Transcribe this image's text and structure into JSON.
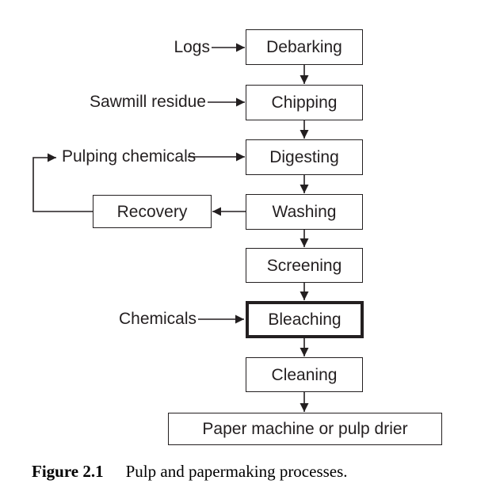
{
  "figure": {
    "boxes": {
      "debarking": "Debarking",
      "chipping": "Chipping",
      "digesting": "Digesting",
      "washing": "Washing",
      "screening": "Screening",
      "bleaching": "Bleaching",
      "cleaning": "Cleaning",
      "paper_machine": "Paper machine or pulp drier",
      "recovery": "Recovery"
    },
    "input_labels": {
      "logs": "Logs",
      "sawmill_residue": "Sawmill residue",
      "pulping_chemicals": "Pulping chemicals",
      "chemicals": "Chemicals"
    },
    "main_flow_sequence": [
      "Debarking",
      "Chipping",
      "Digesting",
      "Washing",
      "Screening",
      "Bleaching",
      "Cleaning",
      "Paper machine or pulp drier"
    ],
    "side_flows": [
      {
        "from": "Logs",
        "to": "Debarking"
      },
      {
        "from": "Sawmill residue",
        "to": "Chipping"
      },
      {
        "from": "Pulping chemicals",
        "to": "Digesting"
      },
      {
        "from": "Washing",
        "to": "Recovery"
      },
      {
        "from": "Recovery",
        "to": "Pulping chemicals"
      },
      {
        "from": "Chemicals",
        "to": "Bleaching"
      }
    ],
    "emphasized_box": "Bleaching",
    "colors": {
      "ink": "#231f20",
      "background": "#ffffff"
    }
  },
  "caption": {
    "label": "Figure 2.1",
    "text": "Pulp and papermaking processes."
  }
}
